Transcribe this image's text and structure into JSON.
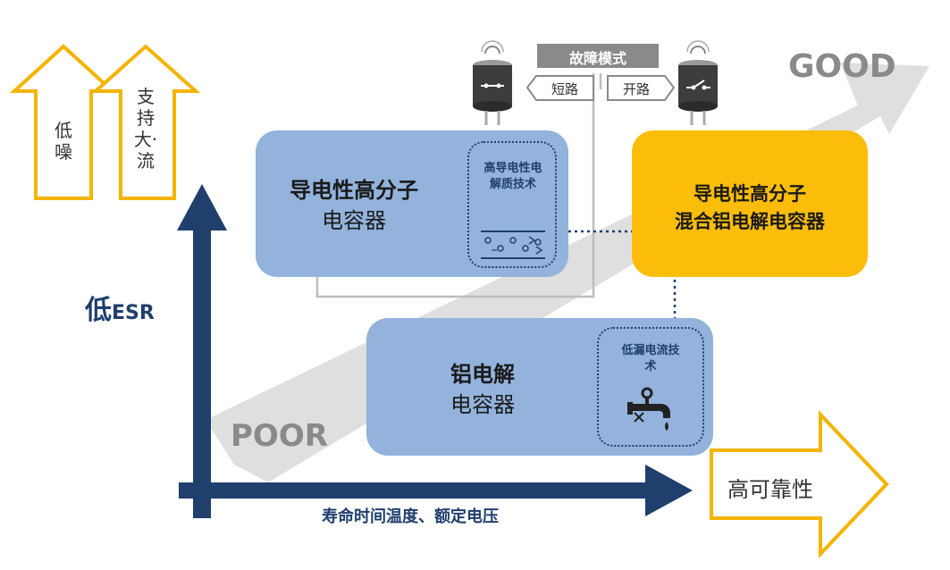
{
  "legend": {
    "low_noise": "低噪",
    "large_current": "支持大·流"
  },
  "axes": {
    "y_label_main": "低",
    "y_label_sub": "ESR",
    "x_label": "寿命时间温度、额定电压",
    "x_arrow_label": "高可靠性"
  },
  "scale": {
    "good": "GOOD",
    "poor": "POOR"
  },
  "fault_mode": {
    "title": "故障模式",
    "short": "短路",
    "open": "开路"
  },
  "boxes": {
    "polymer": {
      "line1": "导电性高分子",
      "line2": "电容器",
      "tech": "高导电性电解质技术"
    },
    "hybrid": {
      "line1": "导电性高分子",
      "line2": "混合铝电解电容器"
    },
    "aluminum": {
      "line1": "铝电解",
      "line2": "电容器",
      "tech": "低漏电流技术"
    }
  },
  "colors": {
    "navy": "#1f3f6d",
    "gold_outline": "#f4b400",
    "blue_box": "#93b3dd",
    "gold_box": "#fbbd0a",
    "gray_arrow": "#d0d0d0"
  }
}
